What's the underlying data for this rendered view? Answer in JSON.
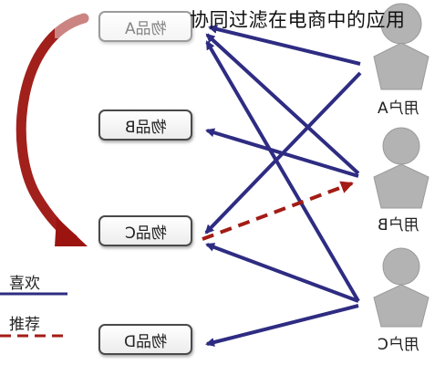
{
  "title": "协同过滤在电商中的应用",
  "items": [
    {
      "label": "物品A"
    },
    {
      "label": "物品B"
    },
    {
      "label": "物品C"
    },
    {
      "label": "物品D"
    }
  ],
  "users": [
    {
      "label": "用户A"
    },
    {
      "label": "用户B"
    },
    {
      "label": "用户C"
    }
  ],
  "legend": {
    "like": "喜欢",
    "recommend": "推荐"
  },
  "colors": {
    "like_line": "#2e2c82",
    "recommend_line": "#a31c15",
    "curve_arrow": "#9c1410",
    "user_silhouette": "#b3b3b3"
  },
  "edges": {
    "like": [
      {
        "user": "用户A",
        "item": "物品A"
      },
      {
        "user": "用户A",
        "item": "物品C"
      },
      {
        "user": "用户B",
        "item": "物品A"
      },
      {
        "user": "用户B",
        "item": "物品B"
      },
      {
        "user": "用户C",
        "item": "物品A"
      },
      {
        "user": "用户C",
        "item": "物品C"
      },
      {
        "user": "用户C",
        "item": "物品D"
      }
    ],
    "recommend": [
      {
        "item": "物品C",
        "user": "用户B"
      }
    ]
  }
}
